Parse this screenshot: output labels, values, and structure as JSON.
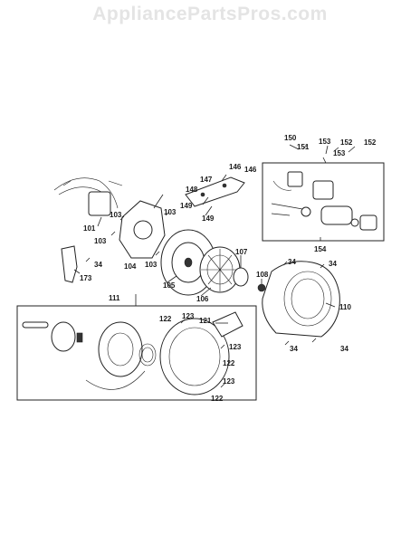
{
  "watermark": "AppliancePartsPros.com",
  "callouts": {
    "p150": "150",
    "p151": "151",
    "p153a": "153",
    "p152a": "152",
    "p153b": "153",
    "p152b": "152",
    "p146a": "146",
    "p146b": "146",
    "p147": "147",
    "p148": "148",
    "p149a": "149",
    "p149b": "149",
    "p103a": "103",
    "p103b": "103",
    "p103c": "103",
    "p103d": "103",
    "p101": "101",
    "p154": "154",
    "p34a": "34",
    "p34b": "34",
    "p34c": "34",
    "p34d": "34",
    "p34e": "34",
    "p104": "104",
    "p105": "105",
    "p106": "106",
    "p107": "107",
    "p108": "108",
    "p110": "110",
    "p111": "111",
    "p173": "173",
    "p122a": "122",
    "p123a": "123",
    "p121": "121",
    "p123b": "123",
    "p122b": "122",
    "p123c": "123",
    "p122c": "122"
  }
}
